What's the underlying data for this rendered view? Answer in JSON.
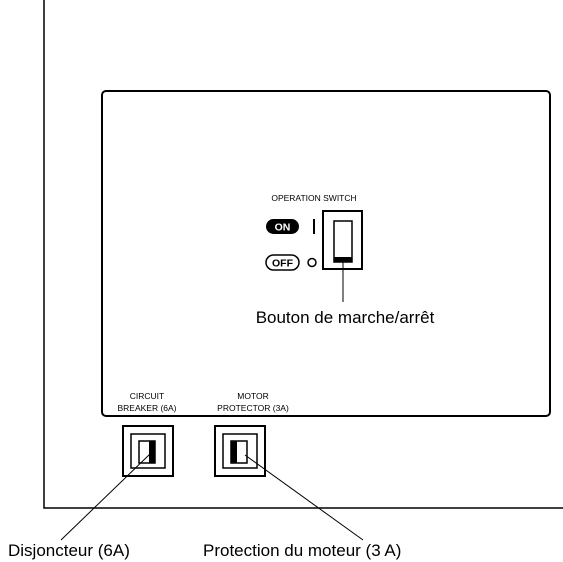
{
  "panel": {
    "operation_switch_label": "OPERATION SWITCH",
    "on_label": "ON",
    "off_label": "OFF",
    "switch_callout": "Bouton de marche/arrêt",
    "circuit_breaker_label_line1": "CIRCUIT",
    "circuit_breaker_label_line2": "BREAKER (6A)",
    "motor_protector_label_line1": "MOTOR",
    "motor_protector_label_line2": "PROTECTOR (3A)"
  },
  "callouts": {
    "breaker": "Disjoncteur (6A)",
    "motor": "Protection du moteur (3 A)"
  }
}
